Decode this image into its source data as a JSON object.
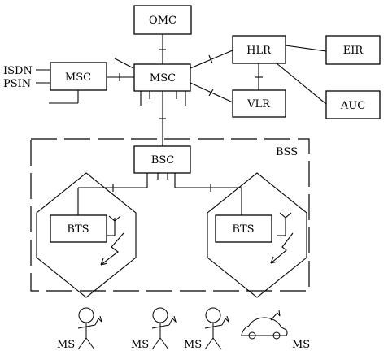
{
  "nodes": {
    "omc": "OMC",
    "msc_main": "MSC",
    "msc_left": "MSC",
    "hlr": "HLR",
    "vlr": "VLR",
    "eir": "EIR",
    "auc": "AUC",
    "bsc": "BSC",
    "bts_left": "BTS",
    "bts_right": "BTS"
  },
  "external_networks": [
    "ISDN",
    "PSIN"
  ],
  "bss_label": "BSS",
  "ms_labels": [
    "MS",
    "MS",
    "MS",
    "MS"
  ]
}
